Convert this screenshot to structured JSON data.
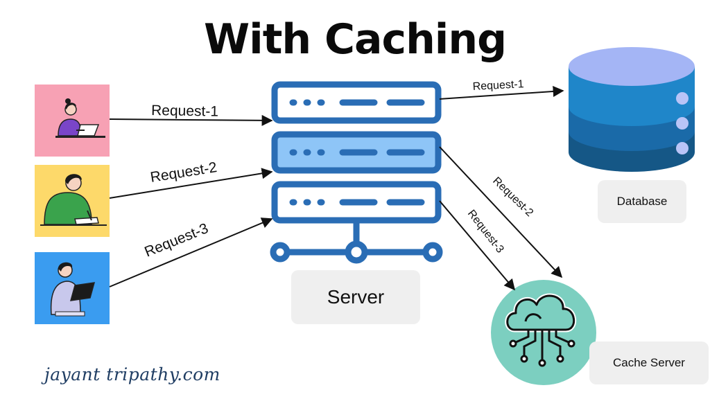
{
  "title": "With Caching",
  "requests": {
    "client_1": "Request-1",
    "client_2": "Request-2",
    "client_3": "Request-3",
    "to_database": "Request-1",
    "to_cache_2": "Request-2",
    "to_cache_3": "Request-3"
  },
  "labels": {
    "server": "Server",
    "database": "Database",
    "cache_server": "Cache Server"
  },
  "brand": "jayant tripathy.com",
  "colors": {
    "server_blue": "#2a6db5",
    "server_highlight": "#8ec5f7",
    "db_top": "#a4b5f5",
    "db_band_1": "#1f86c9",
    "db_band_2": "#1a6aa8",
    "db_band_3": "#155786",
    "cache_circle": "#7ccfc0",
    "label_bg": "#efefef"
  },
  "icons": [
    "person-laptop-icon",
    "person-writing-icon",
    "person-tablet-icon",
    "server-rack-icon",
    "database-icon",
    "cloud-network-icon"
  ]
}
